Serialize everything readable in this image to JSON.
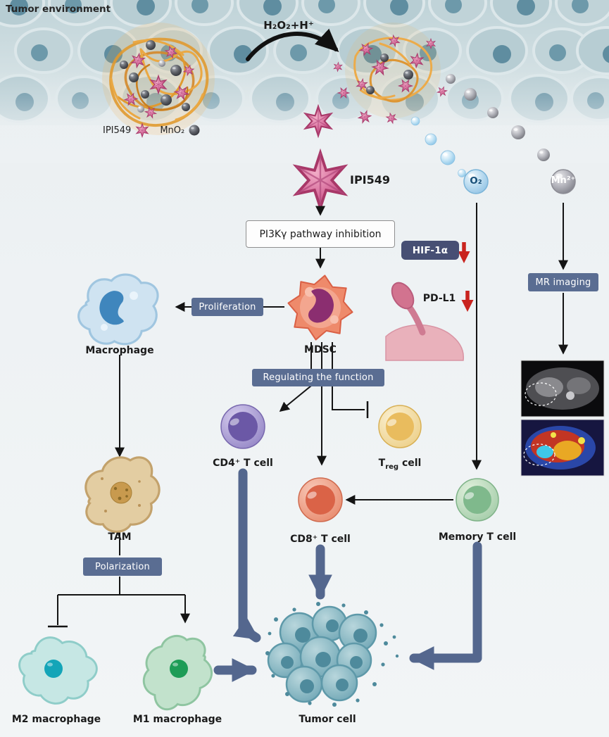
{
  "header": {
    "title": "Tumor environment"
  },
  "reaction": {
    "label": "H₂O₂+H⁺"
  },
  "legend": {
    "ipi549": "IPI549",
    "mno2": "MnO₂"
  },
  "nanoparticle": {
    "ipi549_label": "IPI549",
    "o2_label": "O₂",
    "mn_label": "Mn²⁺"
  },
  "pathway": {
    "pi3k_box": "PI3Kγ pathway inhibition",
    "hif1a": "HIF-1α",
    "pdl1": "PD-L1"
  },
  "badges": {
    "proliferation": "Proliferation",
    "regulating": "Regulating the function",
    "polarization": "Polarization",
    "mr_imaging": "MR imaging"
  },
  "cells": {
    "macrophage": "Macrophage",
    "mdsc": "MDSC",
    "tam": "TAM",
    "cd4": "CD4⁺ T cell",
    "treg": {
      "prefix": "T",
      "sub": "reg",
      "suffix": " cell"
    },
    "cd8": "CD8⁺ T cell",
    "memory": "Memory T cell",
    "m2": "M2 macrophage",
    "m1": "M1 macrophage",
    "tumor": "Tumor cell"
  },
  "colors": {
    "badge_slate": "#5a6d92",
    "hif_badge": "#474f74",
    "arrow_black": "#141414",
    "arrow_thick": "#54678e",
    "arrow_red": "#c9241f",
    "star_pink": "#c2447e",
    "o2_blue": "#8ec6e6",
    "mn_gray": "#85868e",
    "tissue_teal": "#b7cdd3"
  }
}
